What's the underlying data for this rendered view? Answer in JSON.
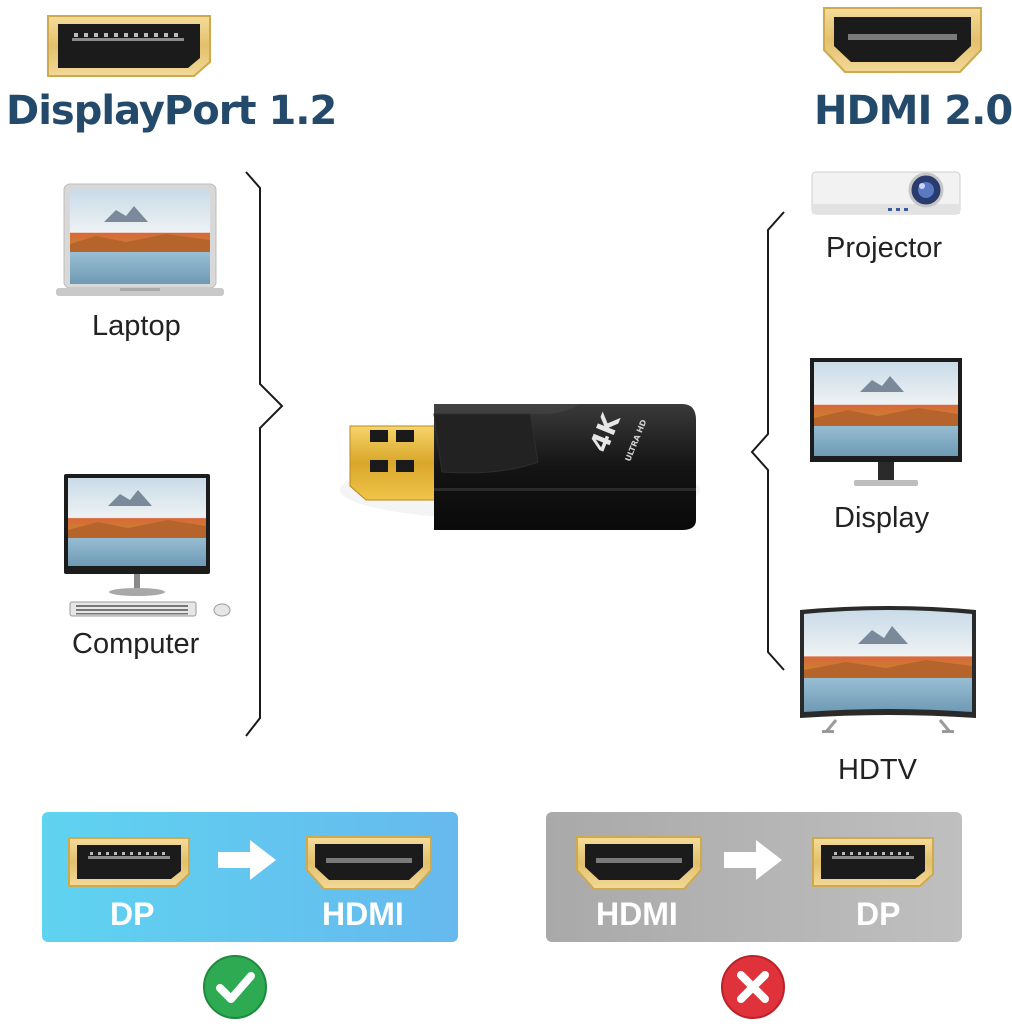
{
  "left": {
    "heading": "DisplayPort 1.2",
    "port_icon": "displayport-port-icon",
    "devices": [
      {
        "label": "Laptop",
        "icon": "laptop-icon"
      },
      {
        "label": "Computer",
        "icon": "desktop-computer-icon"
      }
    ]
  },
  "right": {
    "heading": "HDMI 2.0",
    "port_icon": "hdmi-port-icon",
    "devices": [
      {
        "label": "Projector",
        "icon": "projector-icon"
      },
      {
        "label": "Display",
        "icon": "monitor-icon"
      },
      {
        "label": "HDTV",
        "icon": "tv-icon"
      }
    ]
  },
  "adapter": {
    "icon": "displayport-to-hdmi-adapter-icon",
    "badge_big": "4K",
    "badge_small": "ULTRA HD"
  },
  "supported": {
    "from_label": "DP",
    "to_label": "HDMI",
    "status_icon": "check-icon",
    "color": "#5ccff0"
  },
  "unsupported": {
    "from_label": "HDMI",
    "to_label": "DP",
    "status_icon": "cross-icon",
    "color": "#b2b2b2"
  },
  "colors": {
    "heading": "#234a6b",
    "gold": "#e8c878",
    "check": "#2eaa52",
    "cross": "#e0323a"
  }
}
